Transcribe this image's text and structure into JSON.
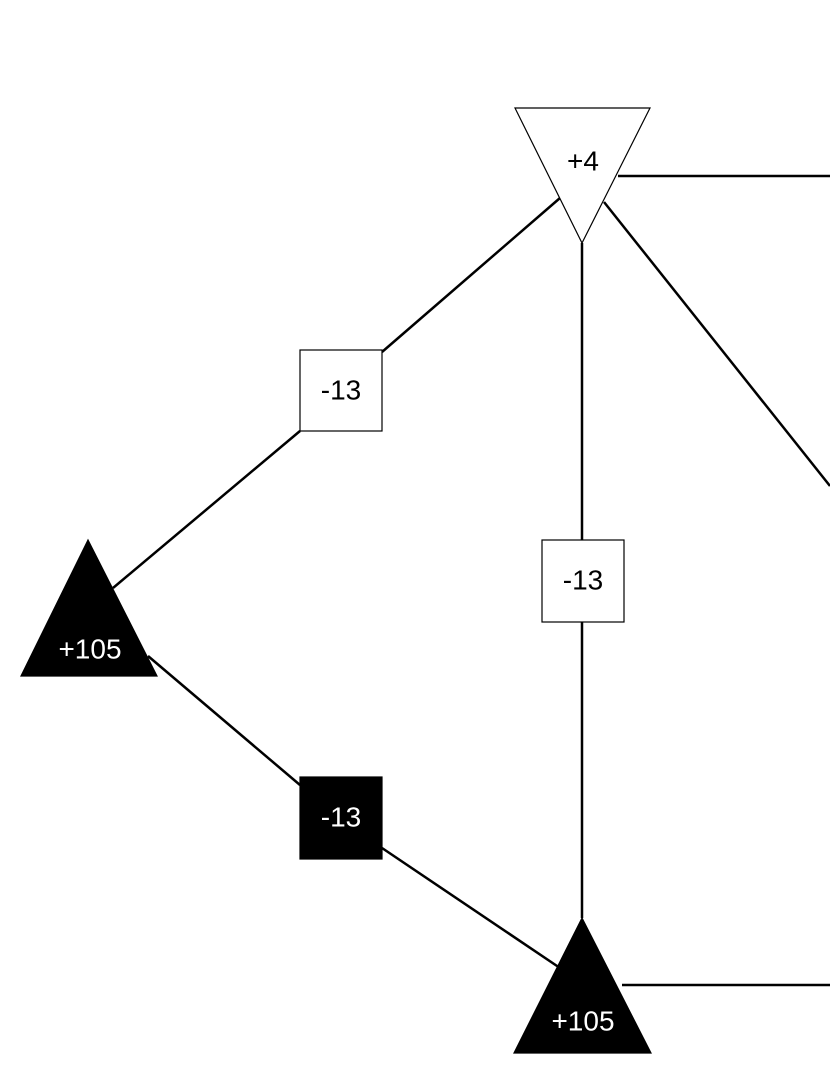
{
  "diagram": {
    "nodes": {
      "top_node": {
        "label": "+4",
        "shape": "triangle-down",
        "fill": "#ffffff",
        "text_color": "#000000"
      },
      "left_node": {
        "label": "+105",
        "shape": "triangle-up",
        "fill": "#000000",
        "text_color": "#ffffff"
      },
      "bottom_node": {
        "label": "+105",
        "shape": "triangle-up",
        "fill": "#000000",
        "text_color": "#ffffff"
      },
      "box_upper_left": {
        "label": "-13",
        "shape": "square",
        "fill": "#ffffff",
        "text_color": "#000000"
      },
      "box_center": {
        "label": "-13",
        "shape": "square",
        "fill": "#ffffff",
        "text_color": "#000000"
      },
      "box_lower_left": {
        "label": "-13",
        "shape": "square",
        "fill": "#000000",
        "text_color": "#ffffff"
      }
    },
    "edges": [
      [
        "top_node",
        "box_upper_left"
      ],
      [
        "box_upper_left",
        "left_node"
      ],
      [
        "left_node",
        "box_lower_left"
      ],
      [
        "box_lower_left",
        "bottom_node"
      ],
      [
        "top_node",
        "box_center"
      ],
      [
        "box_center",
        "bottom_node"
      ]
    ]
  }
}
